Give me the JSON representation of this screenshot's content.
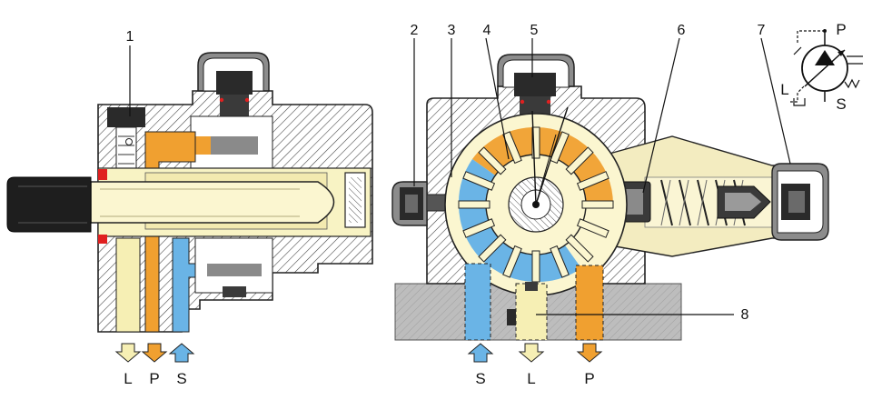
{
  "callouts": [
    "1",
    "2",
    "3",
    "4",
    "5",
    "6",
    "7",
    "8"
  ],
  "left_ports": [
    "L",
    "P",
    "S"
  ],
  "right_ports": [
    "S",
    "L",
    "P"
  ],
  "symbol_labels": {
    "p": "P",
    "l": "L",
    "s": "S"
  },
  "colors": {
    "housing": "#ffffff",
    "hatch": "#333333",
    "pressure": "#f0a030",
    "suction": "#6ab4e6",
    "leakage": "#f6efb4",
    "shaft": "#f8f3c4",
    "base": "#bfbfbf",
    "knob": "#1e1e1e",
    "spring_body": "#f3ecc0"
  }
}
